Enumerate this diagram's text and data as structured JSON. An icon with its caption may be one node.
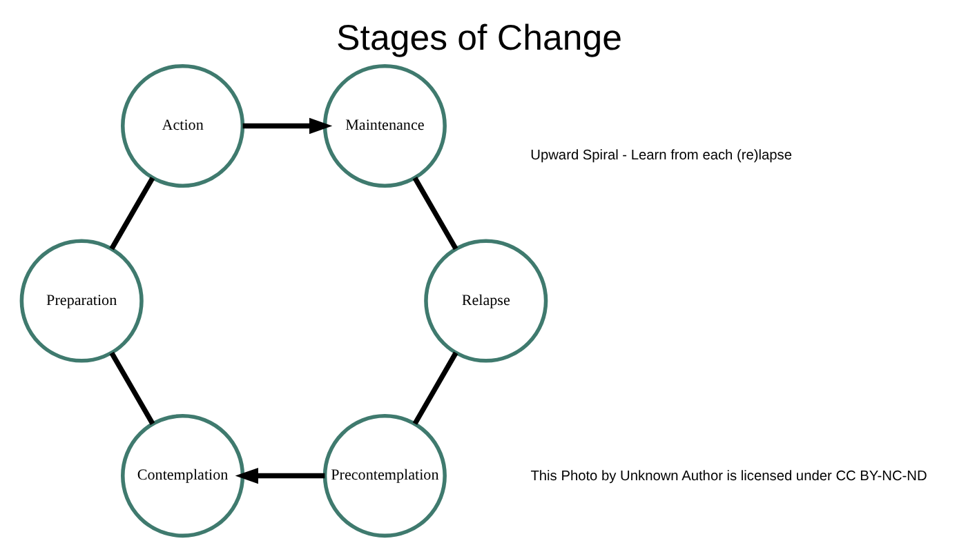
{
  "diagram": {
    "title": "Stages of Change",
    "nodes": [
      {
        "text": [
          "Precontemplation"
        ]
      },
      {
        "text": [
          "Contemplation"
        ]
      },
      {
        "text": [
          "Preparation"
        ]
      },
      {
        "text": [
          "Action"
        ]
      },
      {
        "text": [
          "Maintenance"
        ]
      },
      {
        "text": [
          "Relapse"
        ]
      }
    ],
    "edges": [
      {
        "from": 0,
        "to": 1,
        "arrow": "to"
      },
      {
        "from": 1,
        "to": 2,
        "arrow": "none"
      },
      {
        "from": 2,
        "to": 3,
        "arrow": "none"
      },
      {
        "from": 3,
        "to": 4,
        "arrow": "to"
      },
      {
        "from": 4,
        "to": 5,
        "arrow": "none"
      },
      {
        "from": 5,
        "to": 0,
        "arrow": "none"
      }
    ],
    "labels": [
      "Upward Spiral - Learn from each (re)lapse",
      "This Photo by Unknown Author is licensed under CC BY-NC-ND"
    ]
  }
}
